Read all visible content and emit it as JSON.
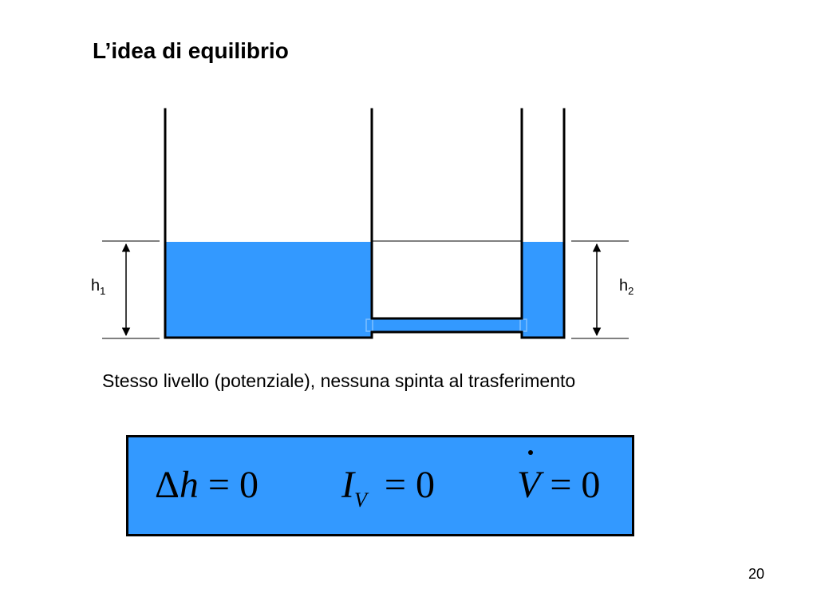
{
  "slide": {
    "title": "L’idea di equilibrio",
    "caption": "Stesso livello (potenziale), nessuna spinta al trasferimento",
    "page_number": "20"
  },
  "diagram": {
    "left_label": {
      "letter": "h",
      "subscript": "1"
    },
    "right_label": {
      "letter": "h",
      "subscript": "2"
    },
    "water_color": "#3399ff",
    "wall_color": "#000000"
  },
  "equations": {
    "delta_h": {
      "delta": "Δ",
      "symbol": "h",
      "equals": "=",
      "value": "0"
    },
    "current": {
      "symbol": "I",
      "subscript": "V",
      "equals": "=",
      "value": "0"
    },
    "flow_rate": {
      "symbol": "V",
      "equals": "=",
      "value": "0"
    },
    "box_color": "#3399ff"
  }
}
